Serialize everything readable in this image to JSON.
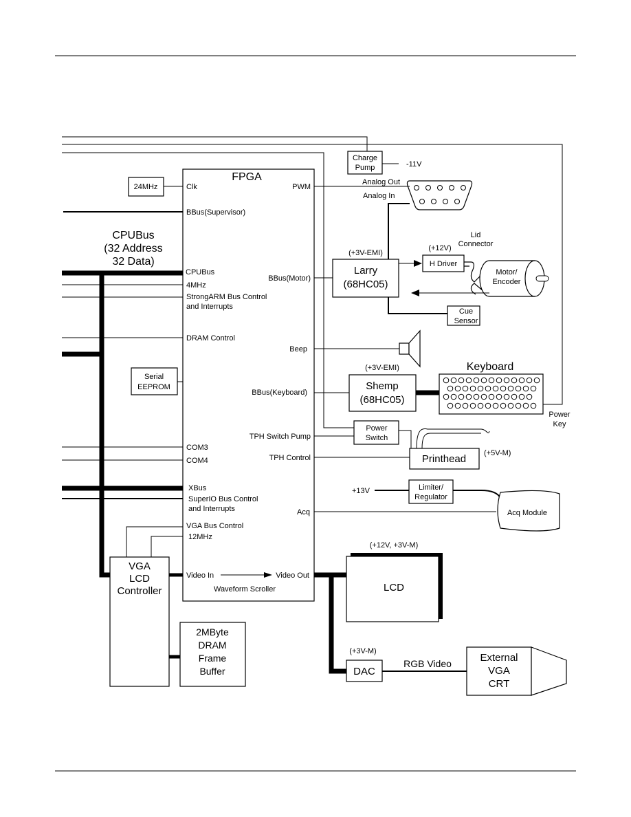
{
  "diagram": {
    "fpga": {
      "title": "FPGA",
      "left_ports": [
        "Clk",
        "BBus(Supervisor)",
        "CPUBus",
        "4MHz",
        "StrongARM  Bus Control",
        "and Interrupts",
        "DRAM Control",
        "COM3",
        "COM4",
        "XBus",
        "SuperIO Bus Control",
        "and Interrupts",
        "VGA Bus Control",
        "12MHz",
        "Video In"
      ],
      "right_ports": [
        "PWM",
        "BBus(Motor)",
        "Beep",
        "BBus(Keyboard)",
        "TPH Switch Pump",
        "TPH Control",
        "Acq",
        "Video Out"
      ],
      "inner_label": "Waveform Scroller"
    },
    "cpubus_label": [
      "CPUBus",
      "(32 Address",
      "32 Data)"
    ],
    "clock": "24MHz",
    "eeprom": [
      "Serial",
      "EEPROM"
    ],
    "charge_pump": [
      "Charge",
      "Pump"
    ],
    "neg_voltage": "-11V",
    "analog_out": "Analog Out",
    "analog_in": "Analog In",
    "larry": {
      "power": "(+3V-EMI)",
      "name": "Larry",
      "chip": "(68HC05)"
    },
    "hdriver": {
      "power": "(+12V)",
      "name": "H Driver"
    },
    "lid_connector": [
      "Lid",
      "Connector"
    ],
    "motor": [
      "Motor/",
      "Encoder"
    ],
    "cue_sensor": [
      "Cue",
      "Sensor"
    ],
    "shemp": {
      "power": "(+3V-EMI)",
      "name": "Shemp",
      "chip": "(68HC05)"
    },
    "keyboard": "Keyboard",
    "power_key": [
      "Power",
      "Key"
    ],
    "power_switch": [
      "Power",
      "Switch"
    ],
    "printhead": {
      "name": "Printhead",
      "power": "(+5V-M)"
    },
    "plus13v": "+13V",
    "limiter": [
      "Limiter/",
      "Regulator"
    ],
    "acq_module": "Acq Module",
    "vga_controller": [
      "VGA",
      "LCD",
      "Controller"
    ],
    "dram": [
      "2MByte",
      "DRAM",
      "Frame",
      "Buffer"
    ],
    "lcd": {
      "power": "(+12V, +3V-M)",
      "name": "LCD"
    },
    "dac": {
      "power": "(+3V-M)",
      "name": "DAC"
    },
    "rgb_video": "RGB Video",
    "crt": [
      "External",
      "VGA",
      "CRT"
    ]
  }
}
